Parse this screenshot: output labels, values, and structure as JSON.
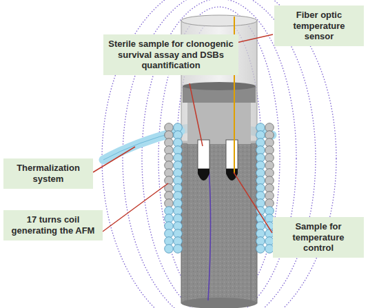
{
  "diagram": {
    "nodes": [
      {
        "text": [
          "Sterile sample for clonogenic survival assay and DSBs quantification"
        ]
      },
      {
        "text": [
          "Fiber optic temperature sensor"
        ]
      },
      {
        "text": [
          "Thermalization system"
        ]
      },
      {
        "text": [
          "17 turns coil generating the AFM"
        ]
      },
      {
        "text": [
          "Sample for temperature control"
        ]
      }
    ]
  }
}
